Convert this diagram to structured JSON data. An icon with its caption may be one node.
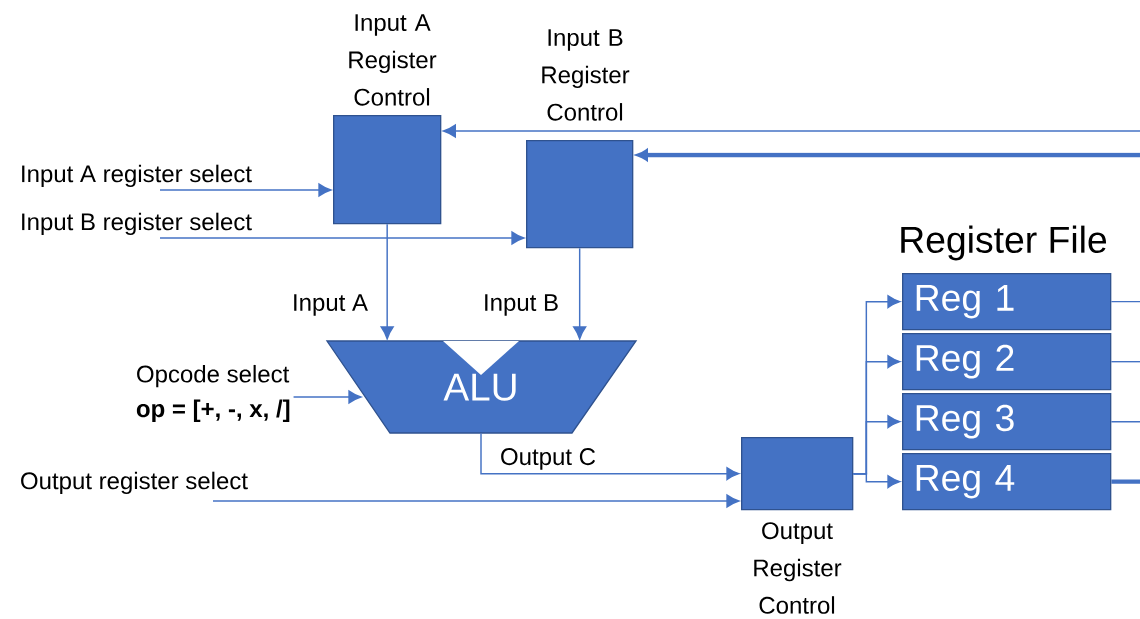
{
  "diagram": {
    "nodes": [
      {
        "text": [
          "Input A Register Control"
        ]
      },
      {
        "text": [
          "Input B Register Control"
        ]
      },
      {
        "text": [
          "ALU"
        ]
      },
      {
        "text": [
          "Output Register Control"
        ]
      },
      {
        "text": [
          "Opcode select",
          "op = [+, -, x, /]"
        ]
      },
      {
        "text": [
          "Input A register select"
        ]
      },
      {
        "text": [
          "Input B register select"
        ]
      },
      {
        "text": [
          "Output register select"
        ]
      },
      {
        "text": [
          "Reg 1"
        ]
      },
      {
        "text": [
          "Reg 2"
        ]
      },
      {
        "text": [
          "Reg 3"
        ]
      },
      {
        "text": [
          "Reg 4"
        ]
      }
    ],
    "edges": [
      {
        "from": 5,
        "to": 0,
        "arrow": "to"
      },
      {
        "from": 6,
        "to": 1,
        "arrow": "to"
      },
      {
        "from": null,
        "to": 0,
        "arrow": "to"
      },
      {
        "from": null,
        "to": 1,
        "arrow": "to",
        "style": "thick"
      },
      {
        "from": 0,
        "to": 2,
        "arrow": "to",
        "label": "Input A"
      },
      {
        "from": 1,
        "to": 2,
        "arrow": "to",
        "label": "Input B"
      },
      {
        "from": 4,
        "to": 2,
        "arrow": "to"
      },
      {
        "from": 2,
        "to": 3,
        "arrow": "to",
        "label": "Output C"
      },
      {
        "from": 7,
        "to": 3,
        "arrow": "to"
      },
      {
        "from": 3,
        "to": 8,
        "arrow": "to"
      },
      {
        "from": 3,
        "to": 9,
        "arrow": "to"
      },
      {
        "from": 3,
        "to": 10,
        "arrow": "to"
      },
      {
        "from": 3,
        "to": 11,
        "arrow": "to"
      },
      {
        "from": 8,
        "to": null,
        "arrow": "none"
      },
      {
        "from": 9,
        "to": null,
        "arrow": "none"
      },
      {
        "from": 10,
        "to": null,
        "arrow": "none"
      },
      {
        "from": 11,
        "to": null,
        "arrow": "none",
        "style": "thick"
      }
    ],
    "labels": [
      "Register File"
    ]
  }
}
